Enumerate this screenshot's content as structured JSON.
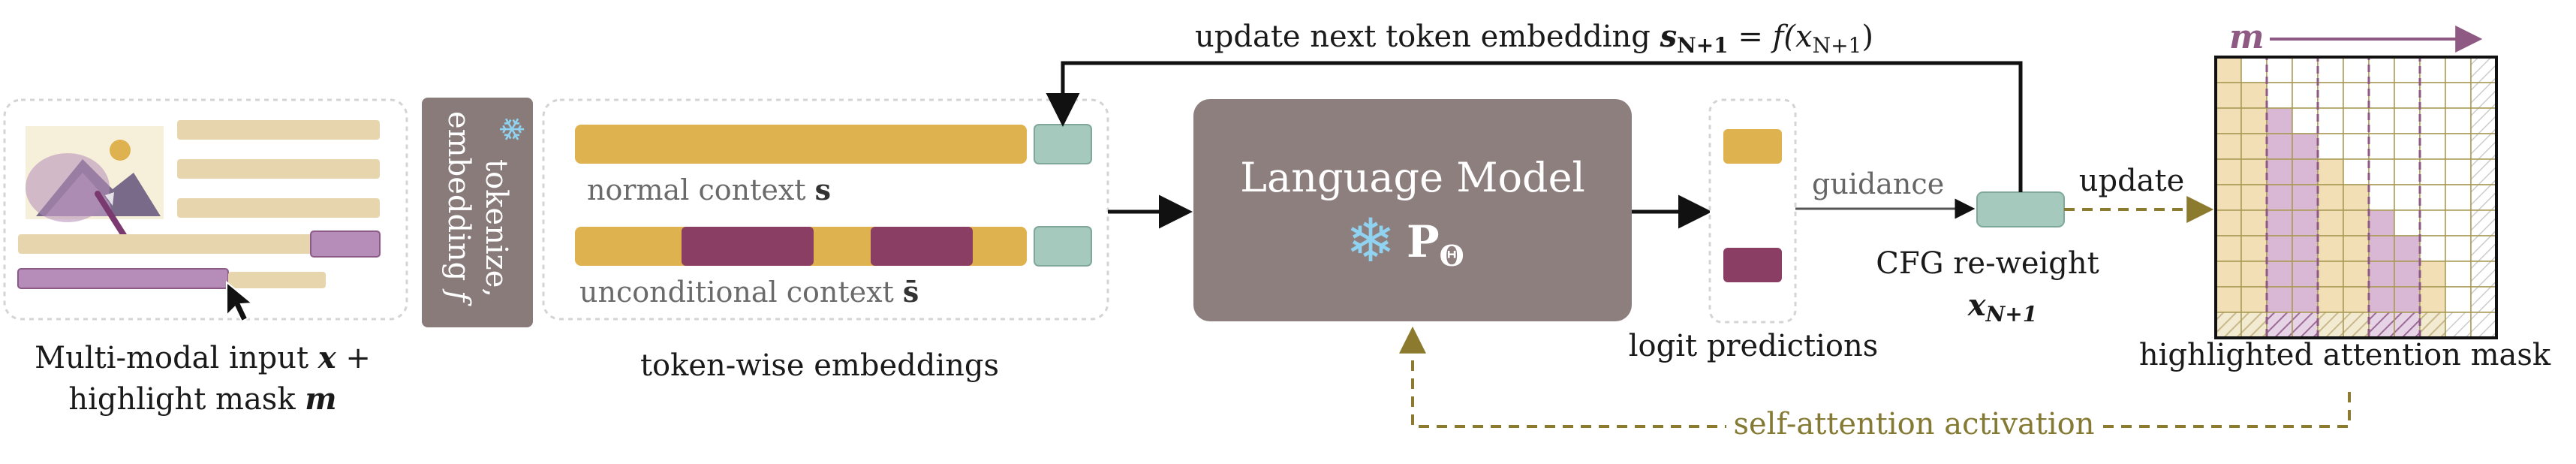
{
  "colors": {
    "tan": "#e7d6ad",
    "gold": "#deb24e",
    "plum": "#8b3e63",
    "lilac": "#b58db8",
    "teal": "#a6c9bd",
    "lm_box": "#8e7f7f",
    "embed_box": "#8a7b7b",
    "olive": "#8c7a2f",
    "purple_arrow": "#8e5a83",
    "dashed_border": "#d4d4d4"
  },
  "labels": {
    "input_line1": "Multi-modal input",
    "input_x": "x",
    "input_plus": "+",
    "input_line2": "highlight mask",
    "input_m": "m",
    "tokenize_line1": "tokenize,",
    "tokenize_line2": "embedding",
    "tokenize_f": "f",
    "normal_context": "normal context",
    "normal_s": "s",
    "uncond_context": "unconditional context",
    "uncond_s": "s̄",
    "token_embeddings": "token-wise embeddings",
    "lm_title": "Language Model",
    "lm_param": "P",
    "lm_param_sub": "Θ",
    "logit_predictions": "logit predictions",
    "guidance": "guidance",
    "cfg_line1": "CFG re-weight",
    "cfg_x": "x",
    "cfg_sub": "N+1",
    "update": "update",
    "update_top_prefix": "update next token embedding",
    "update_top_s": "s",
    "update_top_sub1": "N+1",
    "update_top_eq": "=",
    "update_top_f": "f",
    "update_top_x": "(x",
    "update_top_sub2": "N+1",
    "update_top_close": ")",
    "mask_m": "m",
    "highlighted_mask": "highlighted attention mask",
    "self_attention": "self-attention activation"
  },
  "icons": {
    "snowflake": "❄"
  }
}
